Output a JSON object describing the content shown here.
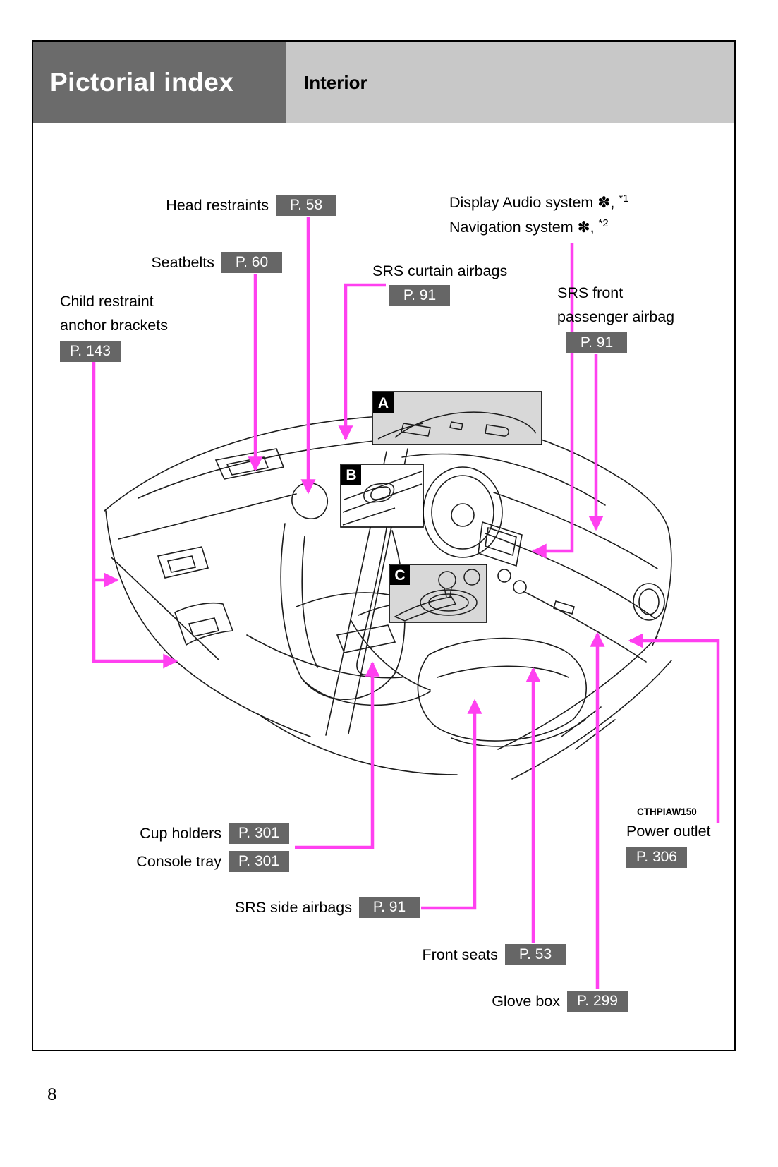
{
  "header": {
    "title": "Pictorial index",
    "subtitle": "Interior"
  },
  "page_number": "8",
  "figure_code": "CTHPIAW150",
  "insets": {
    "a": "A",
    "b": "B",
    "c": "C"
  },
  "colors": {
    "accent_arrow": "#ff40f0",
    "badge_bg": "#666666",
    "header_dark_bg": "#6b6b6b",
    "header_light_bg": "#c8c8c8",
    "inset_gray": "#d8d8d8"
  },
  "labels": {
    "head_restraints": {
      "text": "Head restraints",
      "ref": "P. 58"
    },
    "seatbelts": {
      "text": "Seatbelts",
      "ref": "P. 60"
    },
    "child_restraint": {
      "line1": "Child restraint",
      "line2": "anchor brackets",
      "ref": "P. 143"
    },
    "srs_curtain": {
      "text": "SRS curtain airbags",
      "ref": "P. 91"
    },
    "display_audio": {
      "line1_pre": "Display Audio system ✽, ",
      "line1_sup": "*1",
      "line2_pre": "Navigation system ✽, ",
      "line2_sup": "*2"
    },
    "srs_front_passenger": {
      "line1": "SRS front",
      "line2": "passenger airbag",
      "ref": "P. 91"
    },
    "cup_holders": {
      "text": "Cup holders",
      "ref": "P. 301"
    },
    "console_tray": {
      "text": "Console tray",
      "ref": "P. 301"
    },
    "srs_side": {
      "text": "SRS side airbags",
      "ref": "P. 91"
    },
    "front_seats": {
      "text": "Front seats",
      "ref": "P. 53"
    },
    "glove_box": {
      "text": "Glove box",
      "ref": "P. 299"
    },
    "power_outlet": {
      "text": "Power outlet",
      "ref": "P. 306"
    }
  }
}
